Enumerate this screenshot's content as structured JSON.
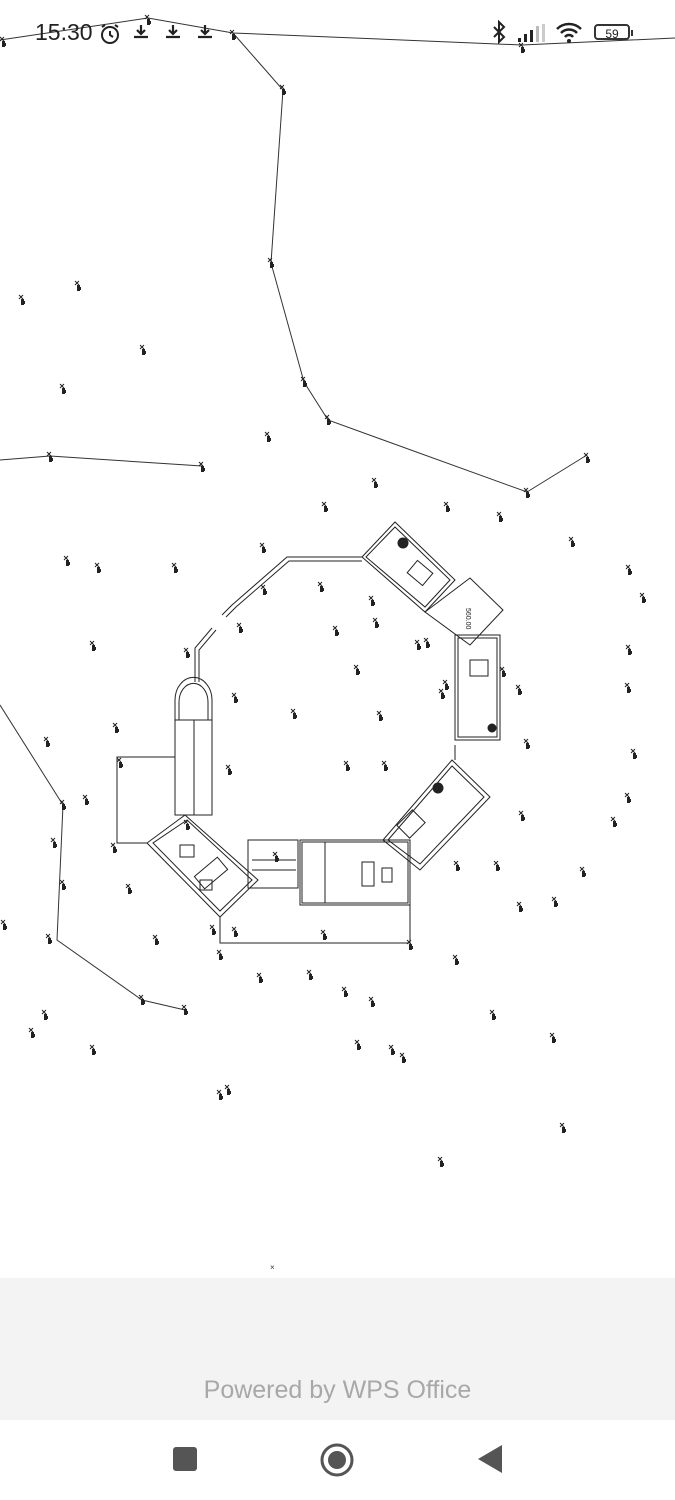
{
  "status_bar": {
    "time": "15:30",
    "icons": [
      "alarm-icon",
      "download-icon",
      "download-icon",
      "download-icon",
      "bluetooth-icon",
      "signal-icon",
      "wifi-icon",
      "battery-icon"
    ],
    "battery_level": "59"
  },
  "drawing": {
    "dimension_label": "560.00"
  },
  "footer": {
    "powered_by": "Powered by WPS Office"
  },
  "nav": {
    "recents": "square-icon",
    "home": "circle-icon",
    "back": "triangle-back-icon"
  }
}
